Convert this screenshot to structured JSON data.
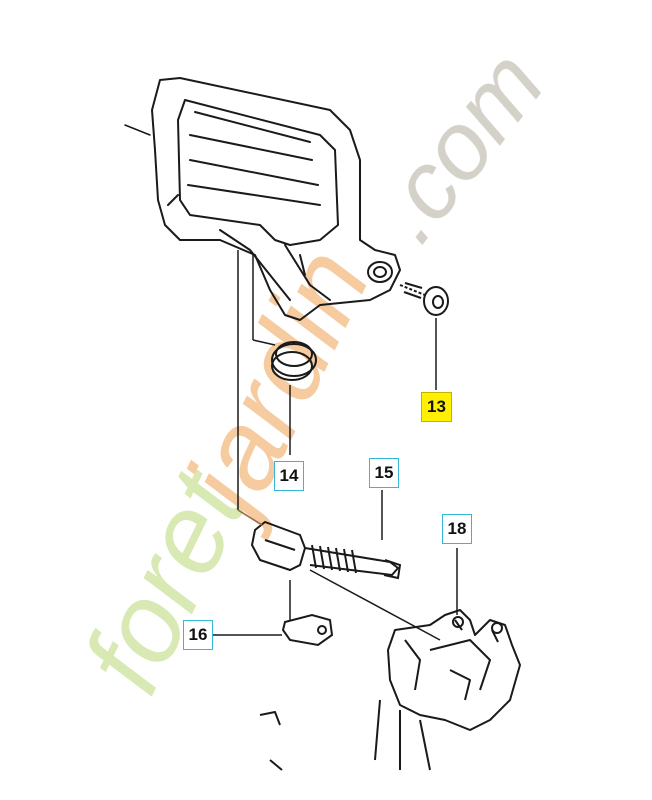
{
  "watermark": {
    "text_main": "foret",
    "text_highlight": "jardin",
    "text_suffix": ".com",
    "main_color": "#d7e8b0",
    "highlight_color": "#f5c99a",
    "suffix_color": "#d2cfc6"
  },
  "callouts": [
    {
      "id": "13",
      "label": "13",
      "highlighted": true
    },
    {
      "id": "14",
      "label": "14",
      "highlighted": false
    },
    {
      "id": "15",
      "label": "15",
      "highlighted": false
    },
    {
      "id": "16",
      "label": "16",
      "highlighted": false
    },
    {
      "id": "18",
      "label": "18",
      "highlighted": false
    }
  ],
  "colors": {
    "line": "#1a1a1a",
    "callout_border": "#35b8d8",
    "highlight": "#ffef00"
  }
}
